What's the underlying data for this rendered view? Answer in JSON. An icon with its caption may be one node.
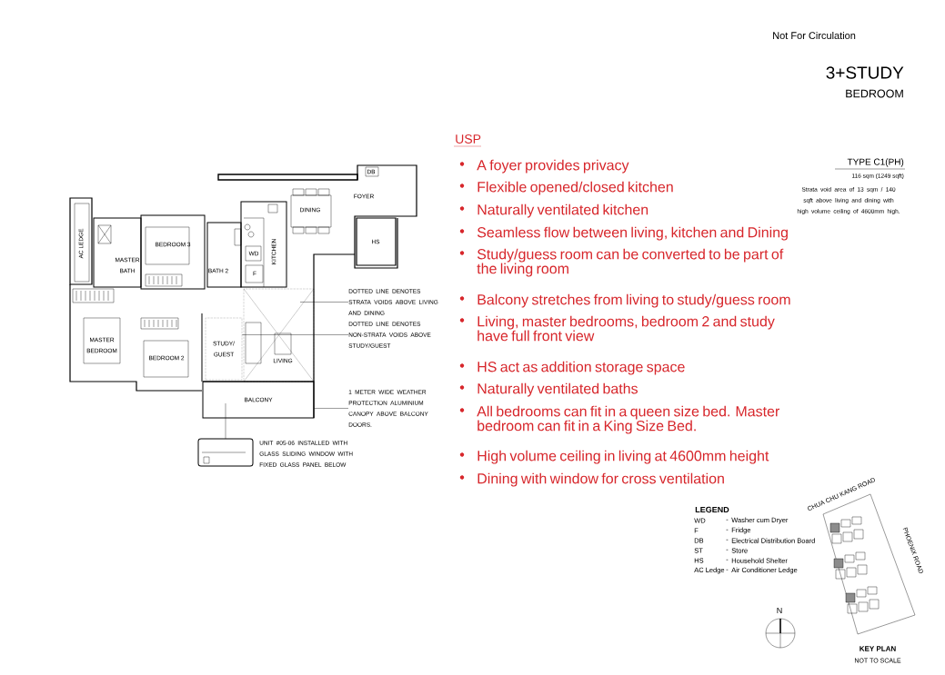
{
  "diagram": {
    "nodes": [
      {
        "text": [
          "DOTTED LINE DENOTES STRATA VOIDS ABOVE LIVING AND DINING"
        ]
      },
      {
        "text": [
          "DOTTED LINE DENOTES NON-STRATA VOIDS ABOVE STUDY/GUEST"
        ]
      },
      {
        "text": [
          "1 METER WIDE WEATHER PROTECTION ALUMINIUM CANOPY ABOVE BALCONY DOORS."
        ]
      },
      {
        "text": [
          "STUDY/ GUEST"
        ]
      },
      {
        "text": [
          "BALCONY"
        ]
      }
    ],
    "edges": [
      {
        "from": 0,
        "to": null,
        "arrow": "none"
      },
      {
        "from": 1,
        "to": 3,
        "arrow": "none"
      },
      {
        "from": 2,
        "to": 4,
        "arrow": "none"
      }
    ],
    "labels": [
      "Not For Circulation",
      "3+STUDY",
      "BEDROOM",
      "TYPE C1(PH)",
      "116 sqm (1249 sqft)",
      "Strata void area of 13 sqm / 140 sqft above living and dining with high volume ceiling of 4600mm high.",
      "USP",
      "A foyer provides privacy",
      "Flexible opened/closed kitchen",
      "Naturally ventilated kitchen",
      "Seamless flow between living, kitchen and Dining",
      "Study/guess room can be converted to be part of the living room",
      "Balcony stretches from living to study/guess room",
      "Living, master bedrooms, bedroom 2 and study have full front view",
      "HS act as addition storage space",
      "Naturally ventilated baths",
      "All bedrooms can fit in a queen size bed. Master bedroom can fit in a King Size Bed.",
      "High volume ceiling in living at  4600mm height",
      "Dining with window for cross ventilation",
      "DB",
      "DINING",
      "FOYER",
      "AC LEDGE",
      "BEDROOM 3",
      "MASTER BATH",
      "BATH 2",
      "WD",
      "F",
      "KITCHEN",
      "HS",
      "MASTER BEDROOM",
      "BEDROOM 2",
      "LIVING",
      "UNIT #05-06 INSTALLED WITH GLASS SLIDING WINDOW WITH FIXED GLASS PANEL BELOW",
      "LEGEND",
      "WD",
      "-",
      "Washer cum Dryer",
      "F",
      "-",
      "Fridge",
      "DB",
      "-",
      "Electrical Distribution Board",
      "ST",
      "-",
      "Store",
      "HS",
      "-",
      "Household Shelter",
      "AC Ledge",
      "-",
      "Air Conditioner Ledge",
      "CHUA CHU KANG ROAD",
      "PHOENIX ROAD",
      "N",
      "KEY PLAN",
      "NOT TO SCALE"
    ]
  }
}
